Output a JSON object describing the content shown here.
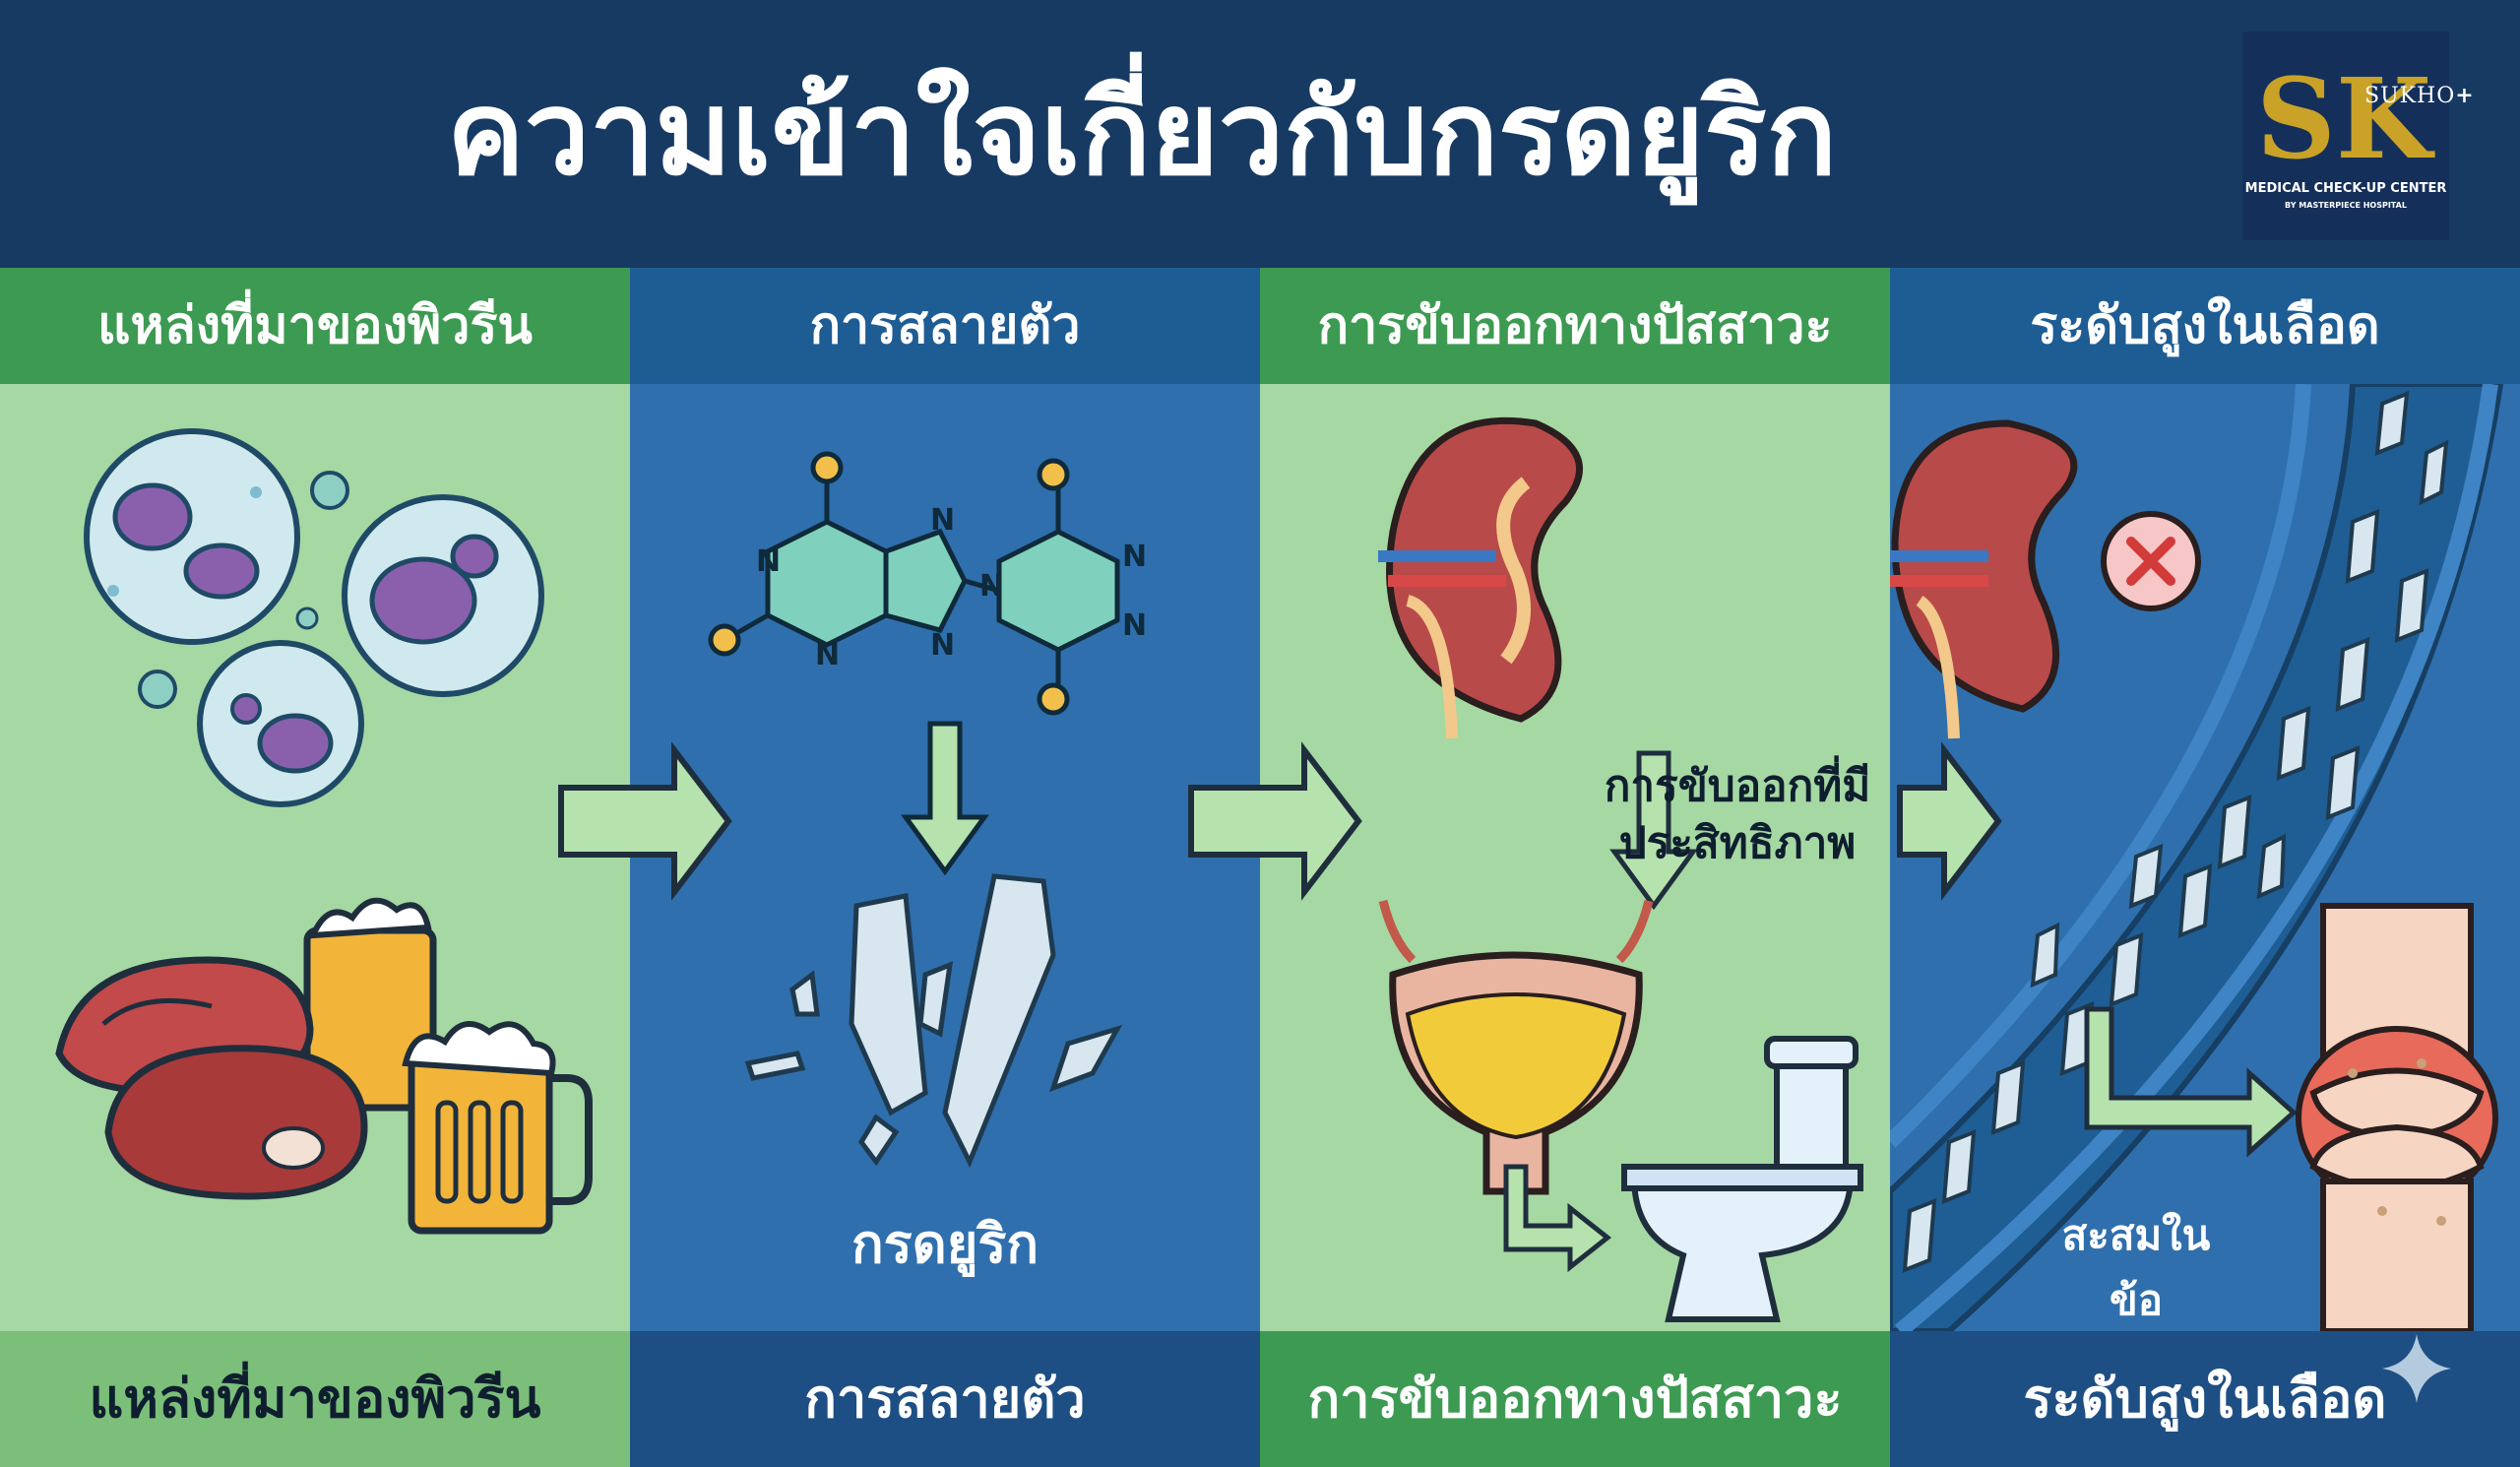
{
  "title": "ความเข้าใจเกี่ยวกับกรดยูริก",
  "logo": {
    "mark": "SK",
    "brand": "SUKHO",
    "plus": "+",
    "line1": "MEDICAL CHECK-UP CENTER",
    "line2": "BY MASTERPIECE HOSPITAL"
  },
  "stages": [
    {
      "header": "แหล่งที่มาของพิวรีน",
      "footer": "แหล่งที่มาของพิวรีน"
    },
    {
      "header": "การสลายตัว",
      "footer": "การสลายตัว"
    },
    {
      "header": "การขับออกทางปัสสาวะ",
      "footer": "การขับออกทางปัสสาวะ"
    },
    {
      "header": "ระดับสูงในเลือด",
      "footer": "ระดับสูงในเลือด"
    }
  ],
  "labels": {
    "uric_acid": "กรดยูริก",
    "efficient_excretion": "การขับออกที่มีประสิทธิภาพ",
    "joint_accumulation": "สะสมในข้อ"
  },
  "molecule_atoms": [
    "N",
    "N",
    "N",
    "N",
    "N",
    "N",
    "N"
  ],
  "icons": {
    "cells": "purine-cells-icon",
    "food": "meat-beer-icon",
    "molecule": "purine-molecule-icon",
    "crystals": "uric-crystal-icon",
    "kidney": "kidney-icon",
    "bladder": "bladder-icon",
    "toilet": "toilet-icon",
    "blocked": "blocked-x-icon",
    "vessel": "blood-vessel-icon",
    "joint": "knee-joint-icon",
    "sparkle": "sparkle-icon"
  },
  "colors": {
    "navy": "#173a63",
    "green_header": "#3d9a52",
    "green_panel": "#a5d8a3",
    "blue_header": "#1e5c94",
    "blue_panel": "#2f6fad",
    "gold": "#c9a227",
    "arrow_fill": "#b6e3ad"
  }
}
